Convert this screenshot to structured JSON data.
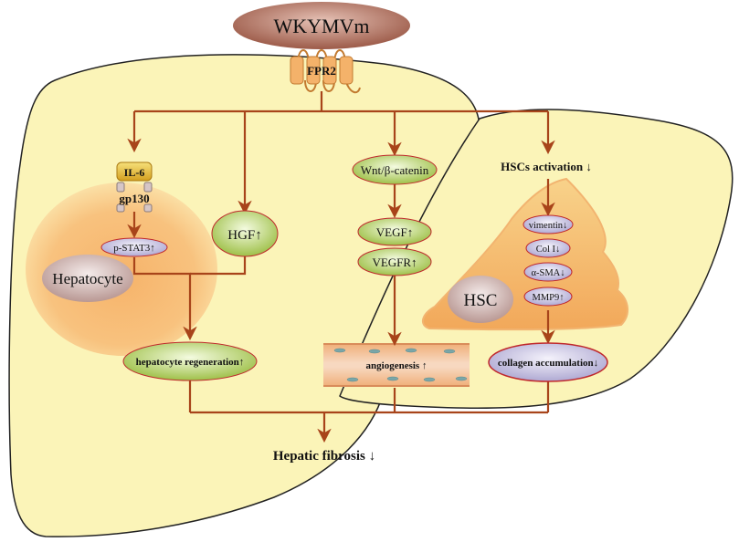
{
  "ligand": "WKYMVm",
  "receptor": "FPR2",
  "il6": "IL-6",
  "gp130": "gp130",
  "pstat3": "p-STAT3↑",
  "hepatocyte": "Hepatocyte",
  "hgf": "HGF↑",
  "wnt": "Wnt/β-catenin",
  "vegf": "VEGF↑",
  "vegfr": "VEGFR↑",
  "hsc_activation": "HSCs activation ↓",
  "vimentin": "vimentin↓",
  "col1": "Col I↓",
  "asma": "α-SMA↓",
  "mmp9": "MMP9↑",
  "hsc": "HSC",
  "hepatocyte_regeneration": "hepatocyte regeneration↑",
  "angiogenesis": "angiogenesis ↑",
  "collagen_accumulation": "collagen accumulation↓",
  "hepatic_fibrosis": "Hepatic fibrosis ↓",
  "colors": {
    "liver": "#fbf4b8",
    "arrow": "#a8441a",
    "ligand": "#a86a58",
    "node_green": "#a8c850",
    "node_border": "#c0282c",
    "lilac": "#c8c4e4"
  }
}
